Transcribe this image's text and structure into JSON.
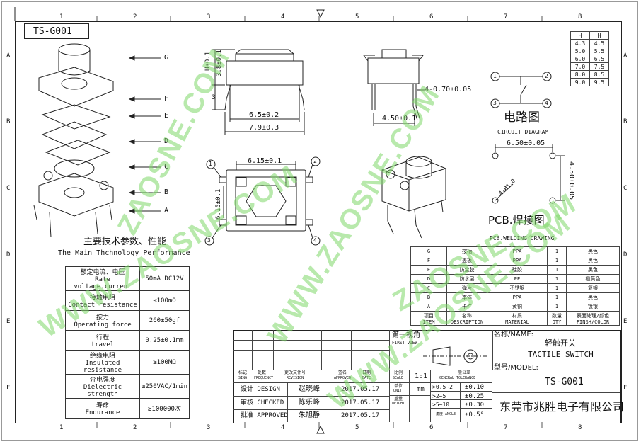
{
  "drawing": {
    "model_box": "TS-G001",
    "col_numbers": [
      "1",
      "2",
      "3",
      "4",
      "5",
      "6",
      "7",
      "8"
    ],
    "row_letters": [
      "A",
      "B",
      "C",
      "D",
      "E",
      "F"
    ]
  },
  "exploded": {
    "parts": [
      "G",
      "F",
      "E",
      "D",
      "C",
      "B",
      "A"
    ]
  },
  "side_view": {
    "dims": {
      "h": "H±0.1",
      "h1": "3.8±0.1",
      "h2": "3",
      "w1": "6.5±0.2",
      "w2": "7.9±0.3"
    }
  },
  "front_view": {
    "dims": {
      "pin": "4-0.70±0.05",
      "pitch": "4.50±0.1"
    }
  },
  "h_table": {
    "header": [
      "H",
      "H"
    ],
    "rows": [
      [
        "4.3",
        "4.5"
      ],
      [
        "5.0",
        "5.5"
      ],
      [
        "6.0",
        "6.5"
      ],
      [
        "7.0",
        "7.5"
      ],
      [
        "8.0",
        "8.5"
      ],
      [
        "9.0",
        "9.5"
      ]
    ]
  },
  "circuit": {
    "title_cn": "电路图",
    "title_en": "CIRCUIT DIAGRAM",
    "nodes": [
      "1",
      "2",
      "3",
      "4"
    ]
  },
  "pcb": {
    "title_cn": "PCB.焊接图",
    "title_en": "PCB.WELDING DRAWING",
    "w": "6.50±0.05",
    "h": "4.50±0.05",
    "hole": "4-Ø1.0"
  },
  "top_view": {
    "dim": "6.15±0.1",
    "dim_v": "6.15±0.1",
    "pins": [
      "1",
      "2",
      "3",
      "4"
    ]
  },
  "performance": {
    "title_cn": "主要技术参数、性能",
    "title_en": "The Main Thchnology Performance",
    "rows": [
      {
        "cn": "额定电流、电压",
        "en": "Rate voltage.current",
        "val": "50mA DC12V"
      },
      {
        "cn": "接触电阻",
        "en": "Contact resistance",
        "val": "≤100mΩ"
      },
      {
        "cn": "按力",
        "en": "Operating force",
        "val": "260±50gf"
      },
      {
        "cn": "行程",
        "en": "travel",
        "val": "0.25±0.1mm"
      },
      {
        "cn": "绝缘电阻",
        "en": "Insulated resistance",
        "val": "≥100MΩ"
      },
      {
        "cn": "介电强度",
        "en": "Dielectric strength",
        "val": "≥250VAC/1min"
      },
      {
        "cn": "寿命",
        "en": "Endurance",
        "val": "≥100000次"
      }
    ]
  },
  "bom": {
    "rows": [
      [
        "G",
        "按柄",
        "PPA",
        "1",
        "黑色"
      ],
      [
        "F",
        "盖板",
        "PPA",
        "1",
        "黑色"
      ],
      [
        "E",
        "防尘胶",
        "硅胶",
        "1",
        "黑色"
      ],
      [
        "D",
        "防水层",
        "PE",
        "1",
        "橙黄色"
      ],
      [
        "C",
        "弹片",
        "不锈钢",
        "1",
        "复银"
      ],
      [
        "B",
        "本体",
        "PPA",
        "1",
        "黑色"
      ],
      [
        "A",
        "卡件",
        "黄铜",
        "1",
        "镀银"
      ]
    ],
    "header": [
      {
        "cn": "项目",
        "en": "ITEM"
      },
      {
        "cn": "名称",
        "en": "DESCRIPTION"
      },
      {
        "cn": "材质",
        "en": "MATERIAL"
      },
      {
        "cn": "数量",
        "en": "QTY"
      },
      {
        "cn": "表面处理/颜色",
        "en": "FINSH/COLOR"
      }
    ]
  },
  "title_block": {
    "first_view_cn": "第一视角",
    "first_view_en": "FIRST VIEW",
    "name_label": "名称/NAME:",
    "name_cn": "轻触开关",
    "name_en": "TACTILE SWITCH",
    "model_label": "型号/MODEL:",
    "model": "TS-G001",
    "company": "东莞市兆胜电子有限公司",
    "rev_headers": [
      {
        "cn": "标记",
        "en": "SING"
      },
      {
        "cn": "处数",
        "en": "FREQUENCY"
      },
      {
        "cn": "更改文件号",
        "en": "REVISION"
      },
      {
        "cn": "签名",
        "en": "APPROVED"
      },
      {
        "cn": "日期",
        "en": "DATE"
      }
    ],
    "sign_rows": [
      {
        "role": "设计 DESIGN",
        "name": "赵晓峰",
        "date": "2017.05.17"
      },
      {
        "role": "审核 CHECKED",
        "name": "陈乐峰",
        "date": "2017.05.17"
      },
      {
        "role": "批准 APPROVED",
        "name": "朱旭静",
        "date": "2017.05.17"
      }
    ],
    "scale_label_cn": "比例",
    "scale_label_en": "SCALE",
    "scale": "1:1",
    "unit_cn": "单位",
    "unit_en": "UNIT",
    "unit": "mm",
    "weight_cn": "重量",
    "weight_en": "WEIGHT",
    "tol_title_cn": "一般公差",
    "tol_title_en": "GENERAL TOLERANCE",
    "tols": [
      {
        "range": ">0.5~2",
        "val": "±0.10"
      },
      {
        "range": ">2~5",
        "val": "±0.25"
      },
      {
        "range": ">5~10",
        "val": "±0.30"
      },
      {
        "range": "角度 ANGLE",
        "val": "±0.5°"
      }
    ]
  },
  "watermarks": [
    "ZAOSNE.COM",
    "WWW.ZAOSNE.COM",
    "WWW.ZAOSNE.COM",
    "ZAOSNE.COM",
    "WWW.ZAOSNE.COM"
  ]
}
